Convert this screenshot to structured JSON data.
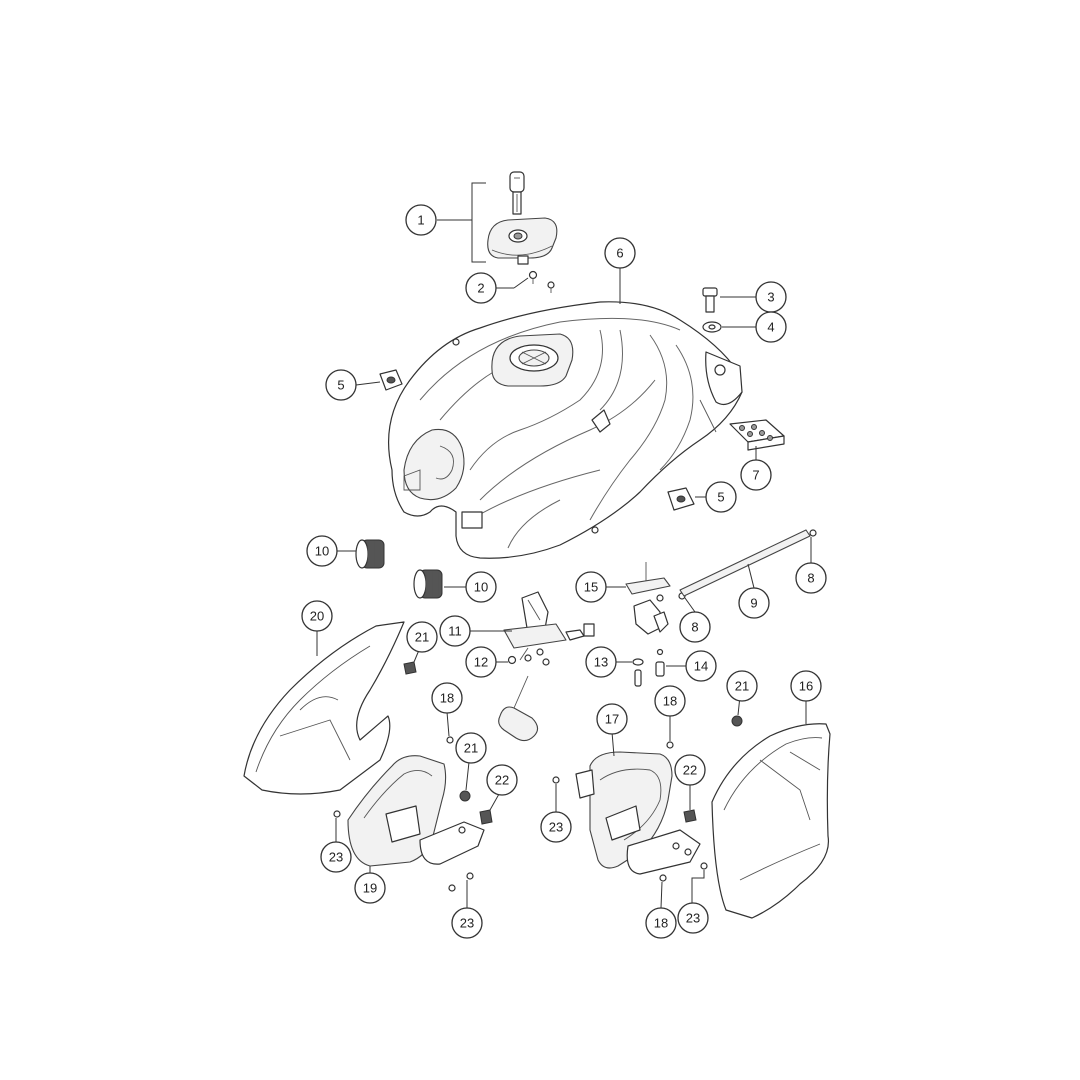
{
  "diagram": {
    "parts": [
      {
        "id": "1",
        "ref": "1"
      },
      {
        "id": "2",
        "ref": "2"
      },
      {
        "id": "3",
        "ref": "3"
      },
      {
        "id": "4",
        "ref": "4"
      },
      {
        "id": "5a",
        "ref": "5"
      },
      {
        "id": "5b",
        "ref": "5"
      },
      {
        "id": "6",
        "ref": "6"
      },
      {
        "id": "7",
        "ref": "7"
      },
      {
        "id": "8a",
        "ref": "8"
      },
      {
        "id": "8b",
        "ref": "8"
      },
      {
        "id": "9",
        "ref": "9"
      },
      {
        "id": "10a",
        "ref": "10"
      },
      {
        "id": "10b",
        "ref": "10"
      },
      {
        "id": "11",
        "ref": "11"
      },
      {
        "id": "12",
        "ref": "12"
      },
      {
        "id": "13",
        "ref": "13"
      },
      {
        "id": "14",
        "ref": "14"
      },
      {
        "id": "15",
        "ref": "15"
      },
      {
        "id": "16",
        "ref": "16"
      },
      {
        "id": "17",
        "ref": "17"
      },
      {
        "id": "18a",
        "ref": "18"
      },
      {
        "id": "18b",
        "ref": "18"
      },
      {
        "id": "19",
        "ref": "19"
      },
      {
        "id": "20",
        "ref": "20"
      },
      {
        "id": "21a",
        "ref": "21"
      },
      {
        "id": "21b",
        "ref": "21"
      },
      {
        "id": "21c",
        "ref": "21"
      },
      {
        "id": "22a",
        "ref": "22"
      },
      {
        "id": "22b",
        "ref": "22"
      },
      {
        "id": "23a",
        "ref": "23"
      },
      {
        "id": "23b",
        "ref": "23"
      },
      {
        "id": "23c",
        "ref": "23"
      },
      {
        "id": "23d",
        "ref": "23"
      }
    ]
  },
  "colors": {
    "line": "#333333",
    "background": "#ffffff"
  }
}
